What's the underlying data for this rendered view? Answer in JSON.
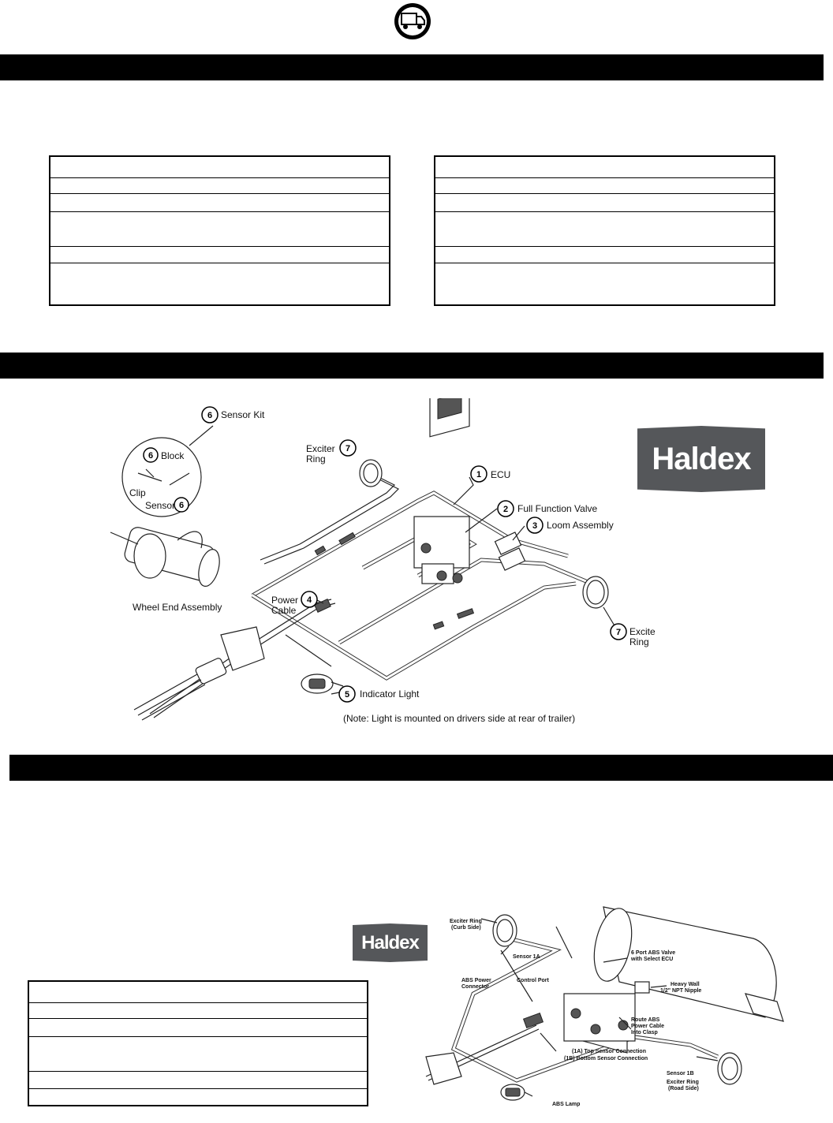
{
  "header": {
    "icon": "truck-icon"
  },
  "section_bars": [
    {
      "label": ""
    },
    {
      "label": ""
    },
    {
      "label": ""
    }
  ],
  "tables": {
    "left": {
      "rows": [
        "",
        "",
        "",
        "",
        "",
        ""
      ]
    },
    "right": {
      "rows": [
        "",
        "",
        "",
        "",
        "",
        ""
      ]
    },
    "bottom": {
      "rows": [
        "",
        "",
        "",
        "",
        "",
        ""
      ]
    }
  },
  "logos": {
    "top": "Haldex",
    "bottom": "Haldex"
  },
  "diagram1": {
    "labels": {
      "sensor_kit": "Sensor Kit",
      "block": "Block",
      "clip": "Clip",
      "sensor": "Sensor",
      "wheel_end": "Wheel End Assembly",
      "exciter_ring_line1": "Exciter",
      "exciter_ring_line2": "Ring",
      "ecu": "ECU",
      "ffv": "Full Function Valve",
      "loom": "Loom Assembly",
      "power_cable_line1": "Power",
      "power_cable_line2": "Cable",
      "indicator": "Indicator Light",
      "note": "(Note: Light is mounted on drivers side at rear of trailer)"
    },
    "callout_numbers": [
      "1",
      "2",
      "3",
      "4",
      "5",
      "6",
      "7"
    ]
  },
  "diagram2": {
    "labels": {
      "exciter_curb_1": "Exciter Ring",
      "exciter_curb_2": "(Curb Side)",
      "sensor_1a": "Sensor 1A",
      "abs_power_1": "ABS Power",
      "abs_power_2": "Connector",
      "control_port": "Control Port",
      "valve_1": "6 Port ABS Valve",
      "valve_2": "with Select ECU",
      "nipple_1": "Heavy Wall",
      "nipple_2": "1/2\" NPT Nipple",
      "route_1": "Route ABS",
      "route_2": "Power Cable",
      "route_3": "Into Clasp",
      "top_sensor": "(1A) Top Sensor Connection",
      "bottom_sensor": "(1B) Bottom Sensor Connection",
      "sensor_1b": "Sensor 1B",
      "exciter_road_1": "Exciter Ring",
      "exciter_road_2": "(Road Side)",
      "abs_lamp": "ABS Lamp"
    }
  }
}
